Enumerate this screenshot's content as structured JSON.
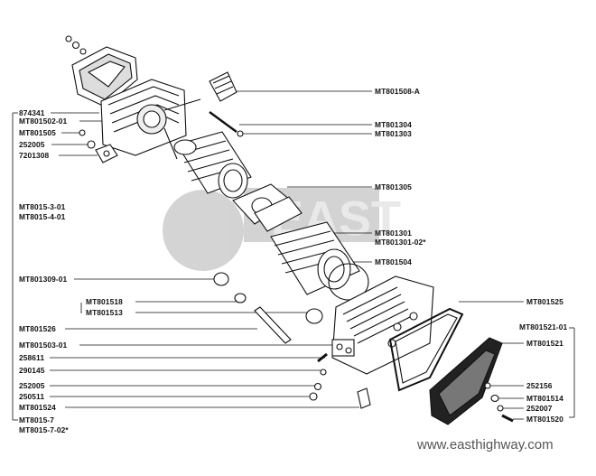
{
  "labels_left": {
    "l874341": "874341",
    "l801502": "MT801502-01",
    "l801505": "MT801505",
    "l252005a": "252005",
    "l7201308": "7201308",
    "l8015_3": "MT8015-3-01",
    "l8015_4": "MT8015-4-01",
    "l801309": "MT801309-01",
    "l801518": "MT801518",
    "l801513": "MT801513",
    "l801526": "MT801526",
    "l801503": "MT801503-01",
    "l258611": "258611",
    "l290145": "290145",
    "l252005b": "252005",
    "l250511": "250511",
    "l801524": "MT801524",
    "l8015_7": "MT8015-7",
    "l8015_7_02": "MT8015-7-02*"
  },
  "labels_right": {
    "r801508": "MT801508-A",
    "r801304": "MT801304",
    "r801303": "MT801303",
    "r801305": "MT801305",
    "r801301": "MT801301",
    "r801301_02": "MT801301-02*",
    "r801504": "MT801504",
    "r801525": "MT801525",
    "r801521_01": "MT801521-01",
    "r801521": "MT801521",
    "r252156": "252156",
    "r801514": "MT801514",
    "r252007": "252007",
    "r801520": "MT801520"
  },
  "watermark": {
    "logo_text": "EAST",
    "url": "www.easthighway.com"
  },
  "colors": {
    "ink": "#111111",
    "watermark": "#9a9a9a"
  }
}
